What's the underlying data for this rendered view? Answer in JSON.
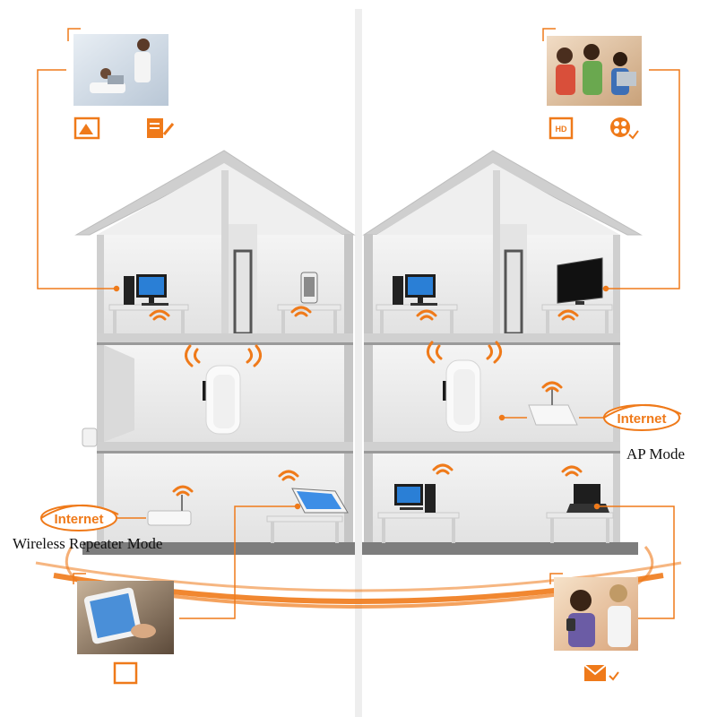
{
  "diagram": {
    "left_mode_label": "Wireless Repeater Mode",
    "right_mode_label": "AP Mode",
    "internet_label_left": "Internet",
    "internet_label_right": "Internet",
    "hd_badge": "HD"
  },
  "colors": {
    "accent_orange": "#ef7a1a",
    "wall_gray": "#d9d9d9",
    "floor_dark": "#7d7d7d",
    "roof_gray": "#c8c8c8",
    "screen_blue": "#2a7fd6"
  },
  "icons": {
    "top_left": [
      "image-icon",
      "edit-document-icon"
    ],
    "top_right": [
      "hd-video-icon",
      "film-reel-icon"
    ],
    "bottom_left": [
      "tablet-icon"
    ],
    "bottom_right": [
      "email-icon"
    ]
  }
}
